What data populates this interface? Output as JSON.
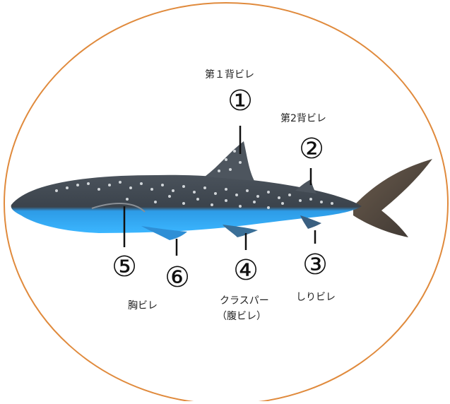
{
  "labels": {
    "dorsal1": "第１背ビレ",
    "dorsal2": "第2背ビレ",
    "anal": "しりビレ",
    "clasper": "クラスパー",
    "pelvic": "（腹ビレ）",
    "pectoral": "胸ビレ"
  },
  "markers": {
    "m1": "①",
    "m2": "②",
    "m3": "③",
    "m4": "④",
    "m5": "⑤",
    "m6": "⑥"
  },
  "colors": {
    "ring": "#E08A3C",
    "shark_top": "#3f4750",
    "shark_belly": "#2fa8ef",
    "spots": "#e9edf0"
  }
}
